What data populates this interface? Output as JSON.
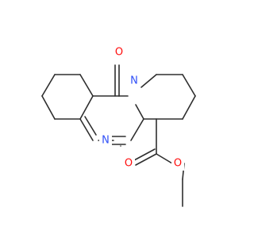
{
  "molecule": {
    "atoms": [
      {
        "label": "O",
        "color": "#ff0d0d"
      },
      {
        "label": "N",
        "color": "#3050f8"
      },
      {
        "label": "N",
        "color": "#3050f8"
      },
      {
        "label": "O",
        "color": "#ff0d0d"
      },
      {
        "label": "O",
        "color": "#ff0d0d"
      }
    ],
    "bond_color": "#2e2e2e"
  }
}
